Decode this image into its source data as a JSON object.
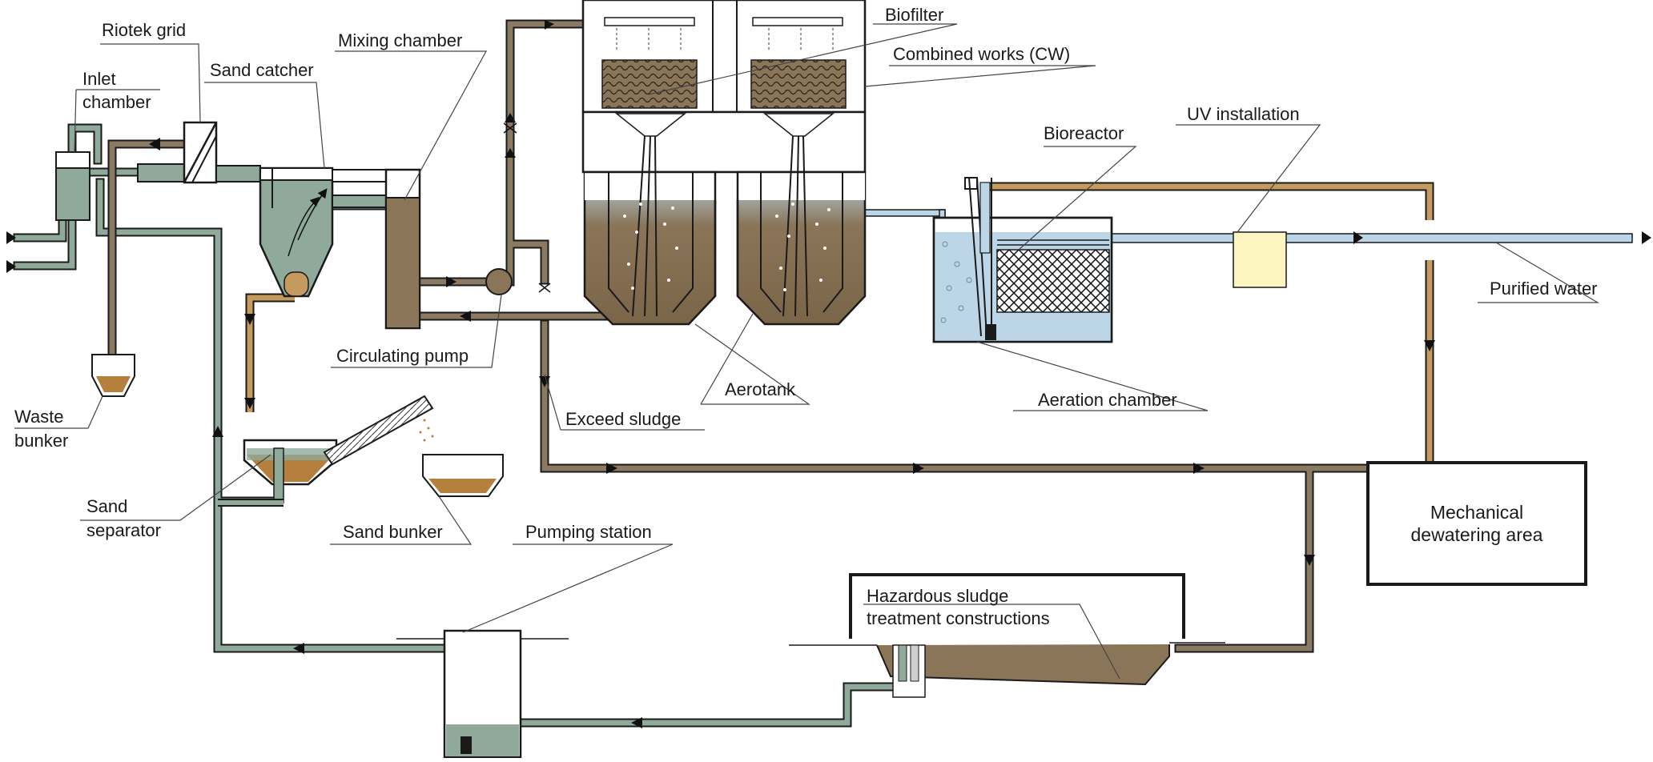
{
  "labels": {
    "riotek_grid": "Riotek grid",
    "inlet_chamber_1": "Inlet",
    "inlet_chamber_2": "chamber",
    "sand_catcher": "Sand catcher",
    "mixing_chamber": "Mixing chamber",
    "biofilter": "Biofilter",
    "combined_works": "Combined works (CW)",
    "bioreactor": "Bioreactor",
    "uv_installation": "UV installation",
    "purified_water": "Purified water",
    "circulating_pump": "Circulating pump",
    "aerotank": "Aerotank",
    "aeration_chamber": "Aeration chamber",
    "exceed_sludge": "Exceed sludge",
    "waste_bunker_1": "Waste",
    "waste_bunker_2": "bunker",
    "sand_separator_1": "Sand",
    "sand_separator_2": "separator",
    "sand_bunker": "Sand bunker",
    "pumping_station": "Pumping station",
    "hazardous_1": "Hazardous sludge",
    "hazardous_2": "treatment constructions",
    "mechanical_1": "Mechanical",
    "mechanical_2": "dewatering area"
  },
  "colors": {
    "water_pipe": "#8faa9b",
    "sludge_pipe": "#8a7a62",
    "sludge_fill": "#8a7558",
    "orange_pipe": "#c49a5e",
    "clean_water": "#bcd6e8",
    "uv_fill": "#fdf6c3",
    "outline": "#1a1a1a"
  }
}
